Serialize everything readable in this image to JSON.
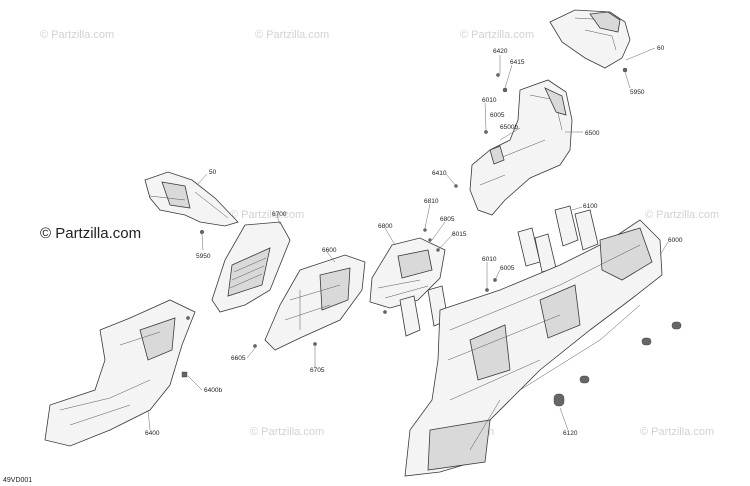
{
  "watermarks": {
    "main": "© Partzilla.com",
    "faint": "© Partzilla.com"
  },
  "figure_id": "49VD001",
  "callouts": {
    "c60": "60",
    "c6420": "6420",
    "c6415": "6415",
    "c5950_top": "5950",
    "c6010_top": "6010",
    "c6005_top": "6005",
    "c6500b": "6500b",
    "c6500": "6500",
    "c50": "50",
    "c6410": "6410",
    "c6810": "6810",
    "c6700": "6700",
    "c6805": "6805",
    "c6015": "6015",
    "c6800": "6800",
    "c6100": "6100",
    "c5950_mid": "5950",
    "c6600": "6600",
    "c6010_mid": "6010",
    "c6005_mid": "6005",
    "c6000": "6000",
    "c6605": "6605",
    "c6705": "6705",
    "c6400b": "6400b",
    "c6400": "6400",
    "c6120": "6120"
  }
}
